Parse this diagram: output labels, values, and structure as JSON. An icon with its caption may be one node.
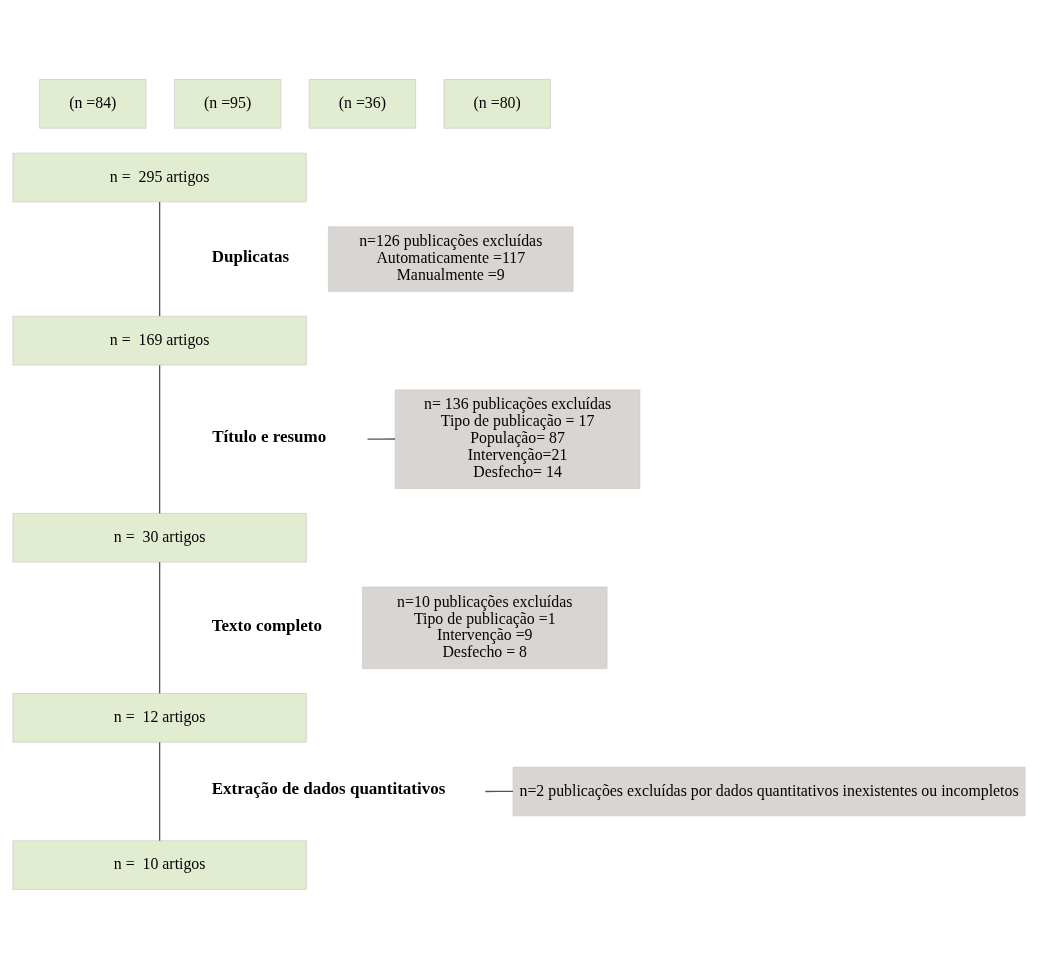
{
  "diagram": {
    "nodes": [
      {
        "text": [
          "(n =84)"
        ]
      },
      {
        "text": [
          "(n =95)"
        ]
      },
      {
        "text": [
          "(n =36)"
        ]
      },
      {
        "text": [
          "(n =80)"
        ]
      },
      {
        "text": [
          "n =  295 artigos"
        ]
      },
      {
        "text": [
          "n=126 publicações excluídas",
          "Automaticamente =117",
          "Manualmente =9"
        ]
      },
      {
        "text": [
          "n =  169 artigos"
        ]
      },
      {
        "text": [
          "n= 136 publicações excluídas",
          "Tipo de publicação = 17",
          "População= 87",
          "Intervenção=21",
          "Desfecho= 14"
        ]
      },
      {
        "text": [
          "n =  30 artigos"
        ]
      },
      {
        "text": [
          "n=10 publicações excluídas",
          "Tipo de publicação =1",
          "Intervenção =9",
          "Desfecho = 8"
        ]
      },
      {
        "text": [
          "n =  12 artigos"
        ]
      },
      {
        "text": [
          "n=2 publicações excluídas por dados quantitativos inexistentes ou incompletos"
        ]
      },
      {
        "text": [
          "n =  10 artigos"
        ]
      }
    ],
    "edges": [
      {
        "from": 4,
        "to": 6,
        "arrow": "none"
      },
      {
        "from": null,
        "to": 7,
        "arrow": "none"
      },
      {
        "from": 6,
        "to": 8,
        "arrow": "none"
      },
      {
        "from": 8,
        "to": 10,
        "arrow": "none"
      },
      {
        "from": null,
        "to": 11,
        "arrow": "none"
      },
      {
        "from": 10,
        "to": 12,
        "arrow": "none"
      }
    ],
    "labels": [
      "Duplicatas",
      "Título e resumo",
      "Texto completo",
      "Extração de dados quantitativos"
    ]
  }
}
